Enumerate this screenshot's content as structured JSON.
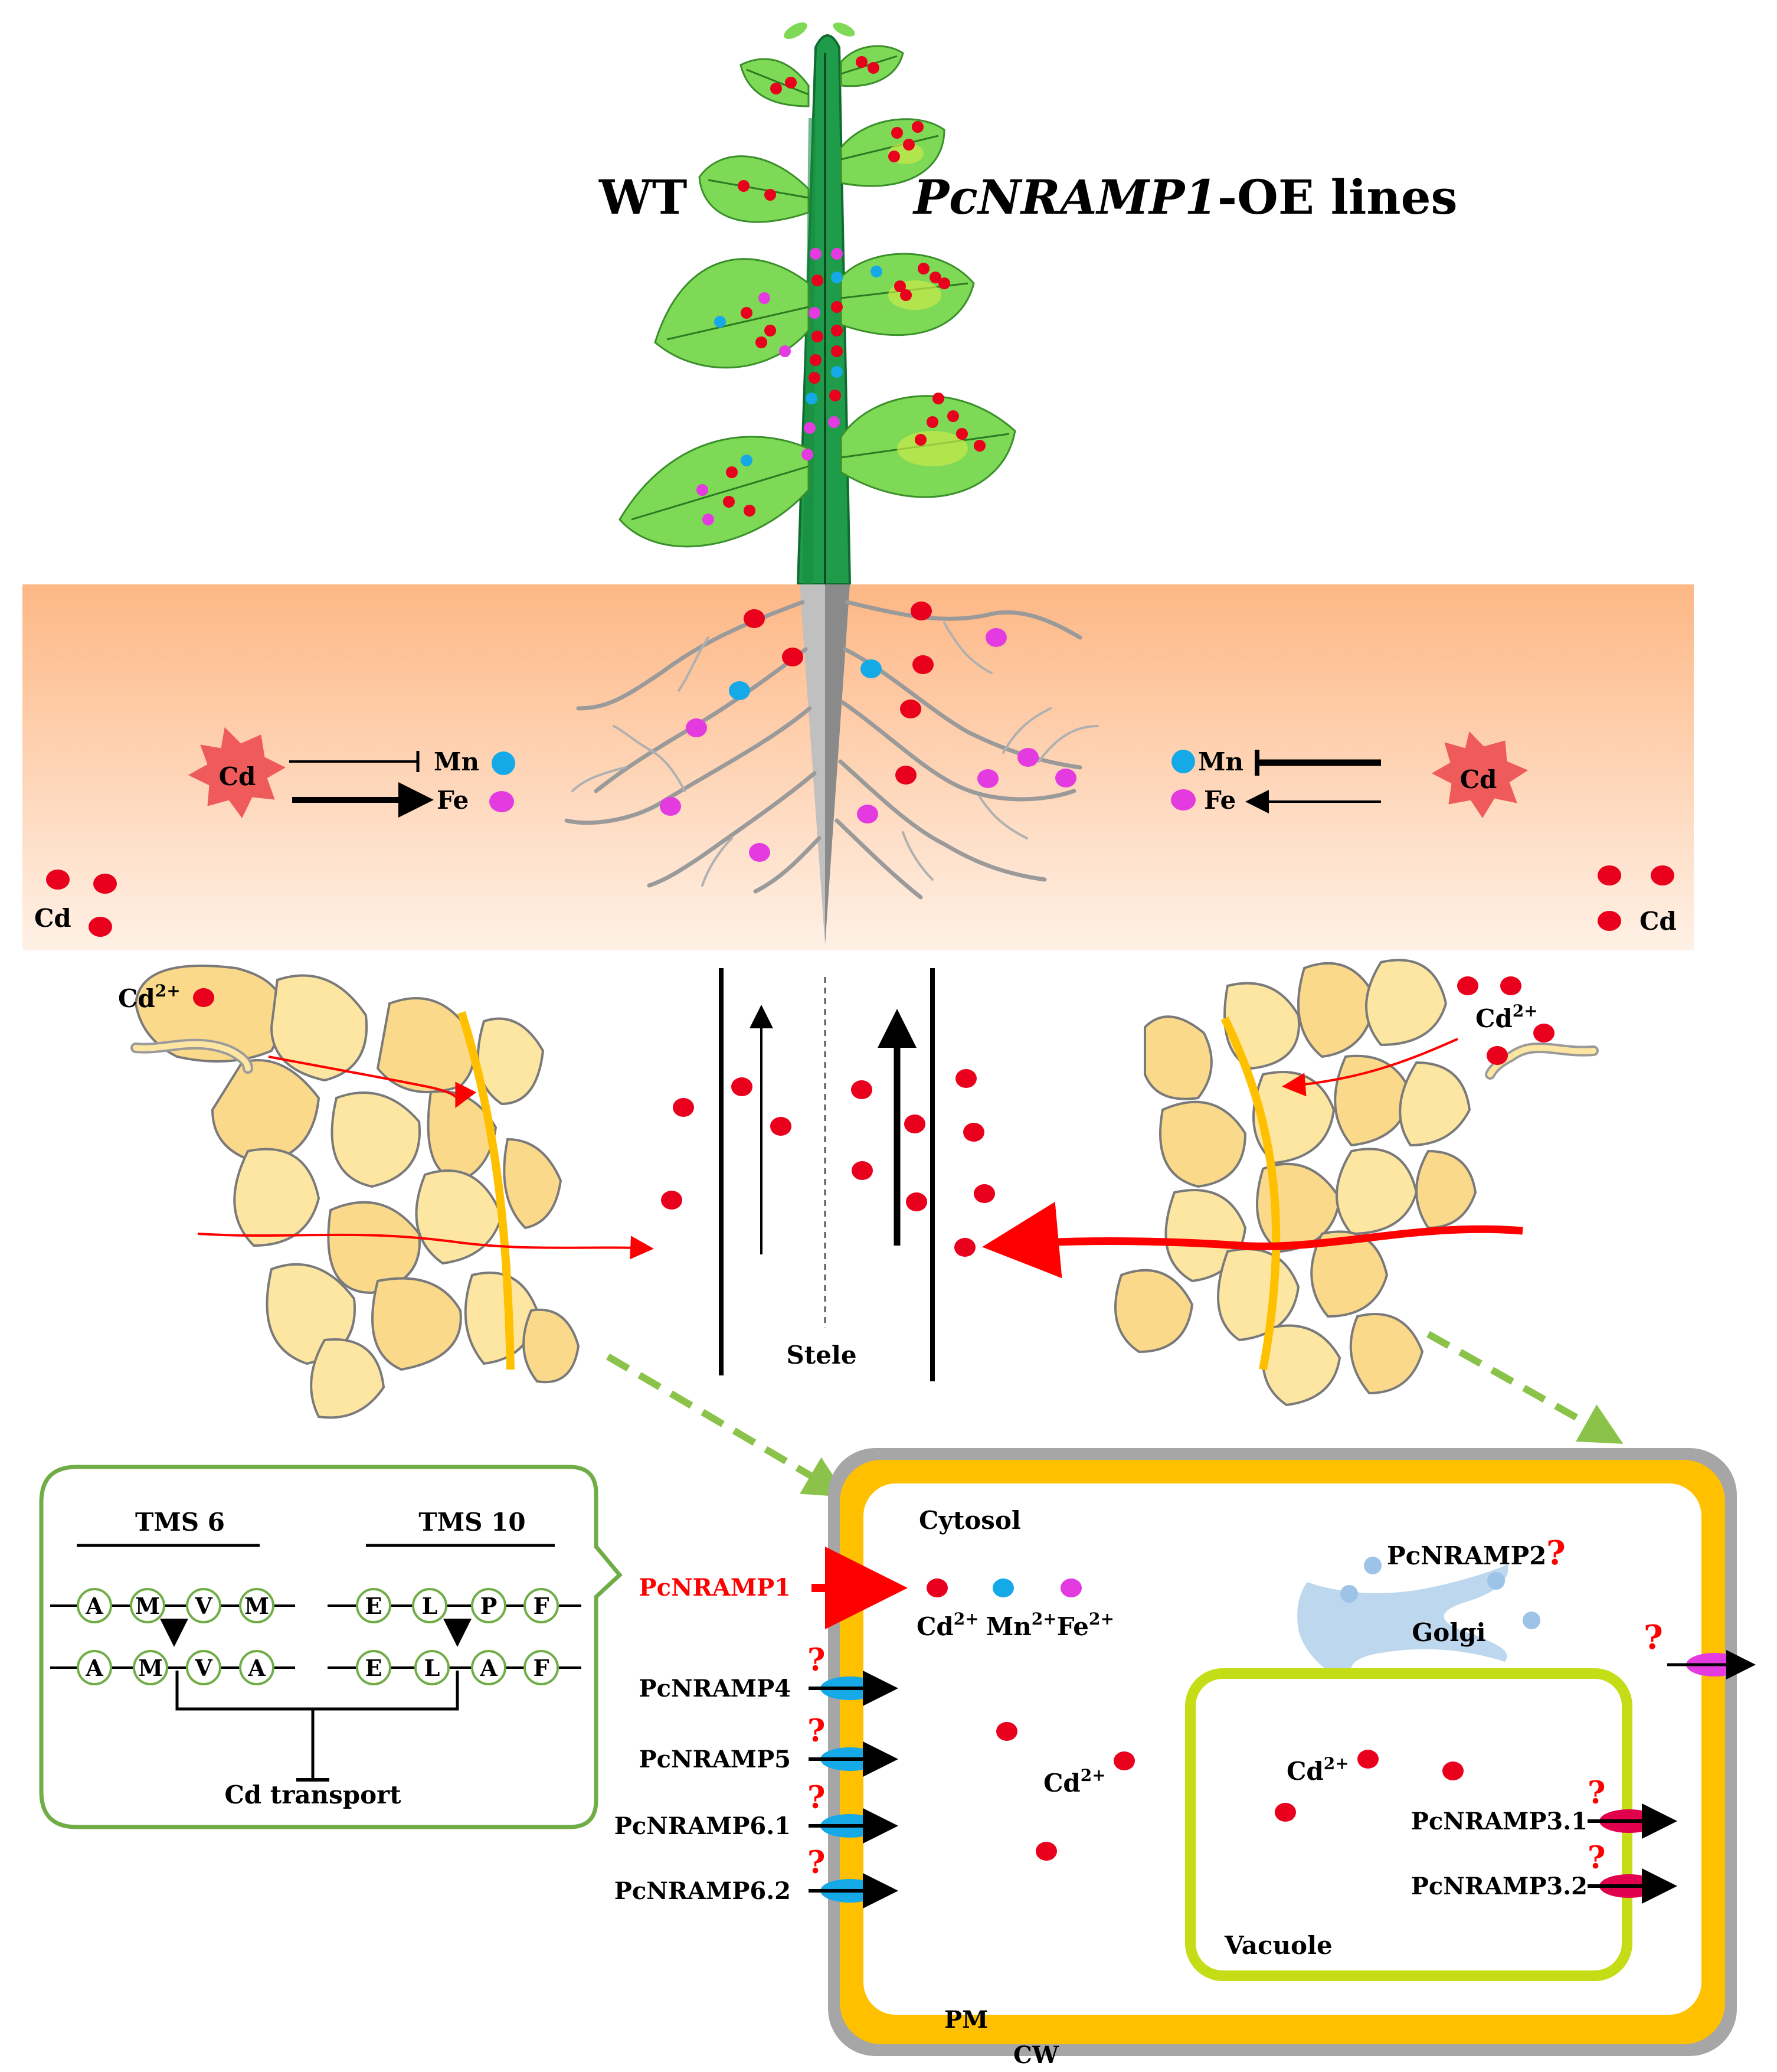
{
  "header": {
    "left_label": "WT",
    "right_label_italic": "PcNRAMP1",
    "right_label_rest": "-OE lines"
  },
  "soil": {
    "left_interaction": {
      "center": "Cd",
      "inhibits": "Mn",
      "promotes": "Fe"
    },
    "right_interaction": {
      "center": "Cd",
      "inhibits": "Mn",
      "promotes": "Fe"
    },
    "left_cd_label": "Cd",
    "right_cd_label": "Cd"
  },
  "root_section": {
    "left_ion_base": "Cd",
    "left_ion_sup": "2+",
    "right_ion_base": "Cd",
    "right_ion_sup": "2+",
    "stele_label": "Stele"
  },
  "tms_panel": {
    "tms6_label": "TMS 6",
    "tms10_label": "TMS 10",
    "tms6_original": [
      "A",
      "M",
      "V",
      "M"
    ],
    "tms6_mutant": [
      "A",
      "M",
      "V",
      "A"
    ],
    "tms10_original": [
      "E",
      "L",
      "P",
      "F"
    ],
    "tms10_mutant": [
      "E",
      "L",
      "A",
      "F"
    ],
    "outcome_label": "Cd transport"
  },
  "cell": {
    "cytosol_label": "Cytosol",
    "golgi_label": "Golgi",
    "golgi_transporter": "PcNRAMP2",
    "vacuole_label": "Vacuole",
    "pm_label": "PM",
    "cw_label": "CW",
    "unknown_mark": "?",
    "transported_ions": [
      {
        "base": "Cd",
        "sup": "2+",
        "color": "#e8001c"
      },
      {
        "base": "Mn",
        "sup": "2+",
        "color": "#15a9e8"
      },
      {
        "base": "Fe",
        "sup": "2+",
        "color": "#e33be0"
      }
    ],
    "cytosol_cd_base": "Cd",
    "cytosol_cd_sup": "2+",
    "vacuole_cd_base": "Cd",
    "vacuole_cd_sup": "2+",
    "pm_transporters": [
      "PcNRAMP1",
      "PcNRAMP4",
      "PcNRAMP5",
      "PcNRAMP6.1",
      "PcNRAMP6.2"
    ],
    "tonoplast_transporters": [
      "PcNRAMP3.1",
      "PcNRAMP3.2"
    ]
  },
  "colors": {
    "cd": "#e8001c",
    "mn": "#15a9e8",
    "fe": "#e33be0",
    "leaf": "#7ed957",
    "stem": "#1f9c4a",
    "soil_top": "#fdb785",
    "cell_wall": "#a6a6a6",
    "plasma_membrane": "#ffc000",
    "vacuole": "#c5dd16",
    "highlight_red": "#ff0000",
    "panel_green": "#70ad47"
  }
}
